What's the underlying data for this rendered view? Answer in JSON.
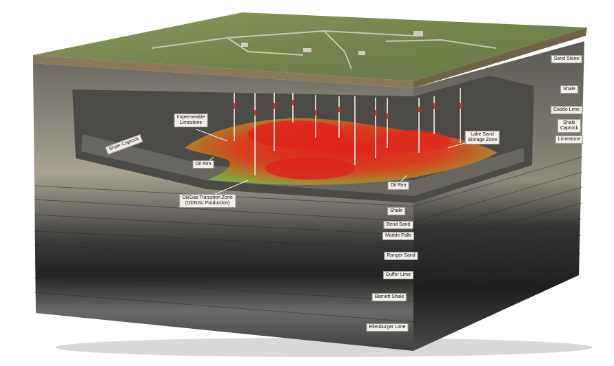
{
  "labels": {
    "sand_stone": "Sand Stone",
    "shale_top": "Shale",
    "caddo_lime": "Caddo Lime",
    "shale_caprock_right": "Shale\nCaprock",
    "limestone_right": "Limestone",
    "shale_caprock_left": "Shale Caprock",
    "impermeable_limestone": "Impermeable\nLimestone",
    "oil_rim_left": "Oil Rim",
    "oil_rim_right": "Oil Rim",
    "transition_zone": "Oil/Gas Transition Zone\n(Oil/NGL Production)",
    "lake_sand": "Lake Sand\nStorage Zone",
    "shale_mid": "Shale",
    "bend_sand": "Bend Sand",
    "marble_falls": "Marble Falls",
    "ranger_sand": "Ranger Sand",
    "duffer_lime": "Duffer Lime",
    "barnett_shale": "Barnett Shale",
    "ellenburger_lime": "Ellenburger Lime"
  },
  "colors": {
    "surface_green": "#7a8a55",
    "reservoir_red": "#d8231c",
    "transition_green": "#8fb04a"
  }
}
